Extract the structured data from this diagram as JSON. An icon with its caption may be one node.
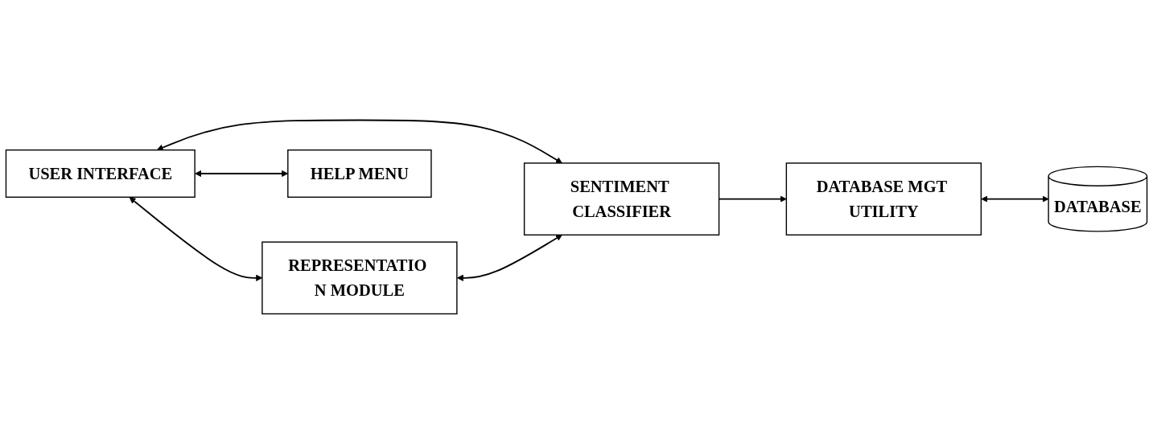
{
  "diagram": {
    "nodes": [
      {
        "text": [
          "USER INTERFACE"
        ]
      },
      {
        "text": [
          "REPRESENTATIO N MODULE"
        ]
      },
      {
        "text": [
          "HELP MENU"
        ]
      },
      {
        "text": [
          "SENTIMENT CLASSIFIER"
        ]
      },
      {
        "text": [
          "DATABASE MGT UTILITY"
        ]
      },
      {
        "text": [
          "DATABASE"
        ]
      }
    ],
    "edges": [
      {
        "from": 0,
        "to": 1,
        "arrow": "both"
      },
      {
        "from": 0,
        "to": 2,
        "arrow": "both"
      },
      {
        "from": 0,
        "to": 3,
        "arrow": "both"
      },
      {
        "from": 1,
        "to": 3,
        "arrow": "both"
      },
      {
        "from": 3,
        "to": 4,
        "arrow": "to"
      },
      {
        "from": 4,
        "to": 5,
        "arrow": "both"
      }
    ]
  }
}
